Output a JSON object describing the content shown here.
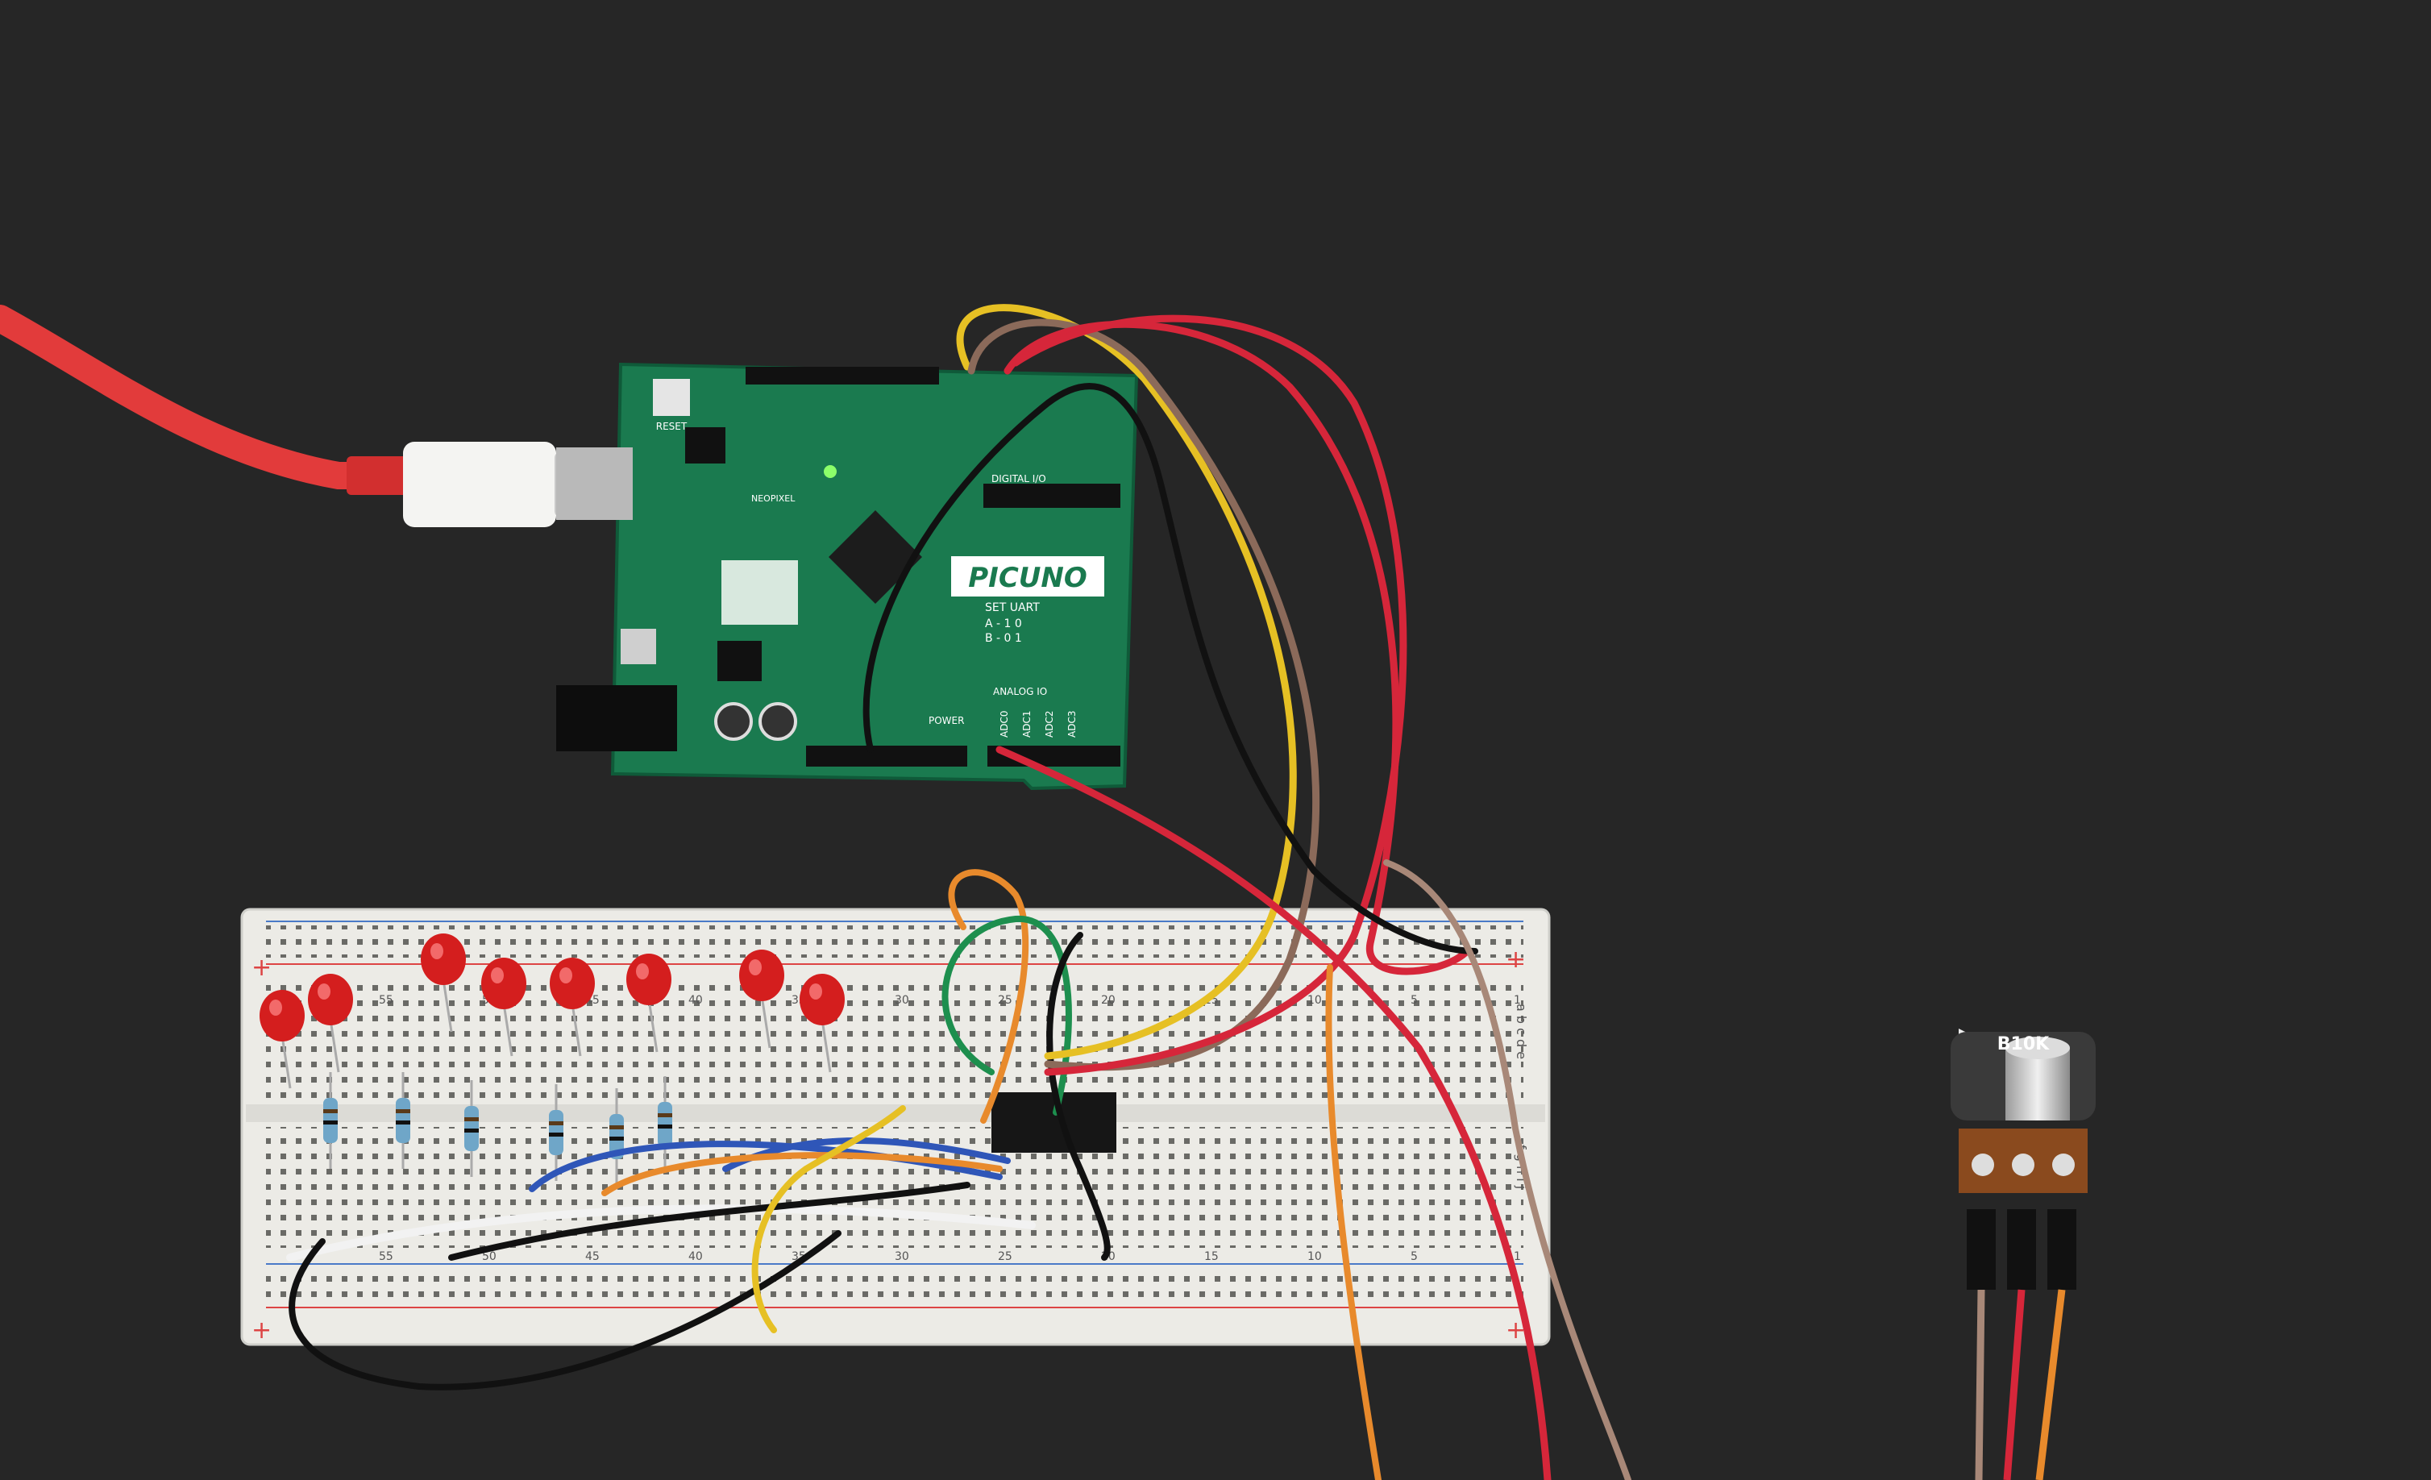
{
  "board": {
    "name": "PICUNO",
    "reset_label": "RESET",
    "set_uart": "SET UART",
    "uart_a": "A - 1 0",
    "uart_b": "B - 0 1",
    "analog_io": "ANALOG IO",
    "power": "POWER",
    "digital_io": "DIGITAL I/O",
    "neopixel": "NEOPIXEL",
    "adc_labels": [
      "ADC0",
      "ADC1",
      "ADC2",
      "ADC3"
    ]
  },
  "breadboard": {
    "plus_sign": "+",
    "minus_sign": "-",
    "row_letters_top": "a b c d e",
    "row_letters_bottom": "f g h i j",
    "column_numbers": [
      "55",
      "50",
      "45",
      "40",
      "35",
      "30",
      "25",
      "20",
      "15",
      "10",
      "5",
      "1"
    ]
  },
  "potentiometer": {
    "label": "B10K"
  },
  "colors": {
    "background": "#262626",
    "board_green": "#1a7a4f",
    "usb_cable": "#e23b3b",
    "breadboard": "#ecebe6",
    "led": "#d41e1e",
    "wire_red": "#d6263a",
    "wire_yellow": "#e6c024",
    "wire_brown": "#8b6a5a",
    "wire_black": "#111111",
    "wire_blue": "#2f56b8",
    "wire_orange": "#e88a2c",
    "wire_green": "#1d8f4e",
    "wire_white": "#f2f2f2",
    "pot_brown": "#8a4a1e"
  }
}
